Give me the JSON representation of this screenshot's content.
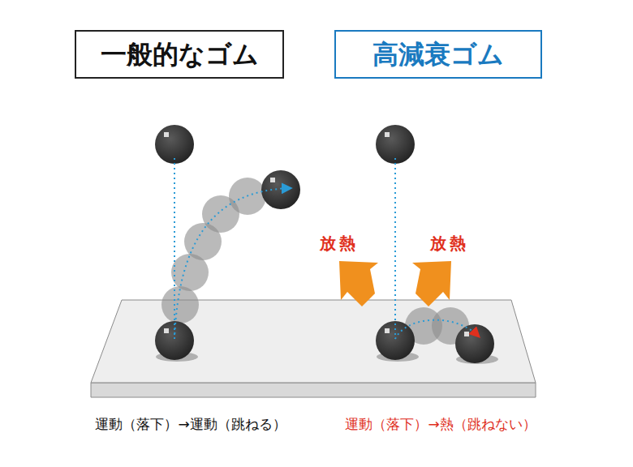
{
  "diagram": {
    "nodes": [
      {
        "text": [
          "一般的なゴム"
        ]
      },
      {
        "text": [
          "高減衰ゴム"
        ]
      }
    ],
    "labels": [
      "放熱",
      "放熱",
      "運動（落下）→運動（跳ねる）",
      "運動（落下）→熱（跳ねない）"
    ]
  }
}
